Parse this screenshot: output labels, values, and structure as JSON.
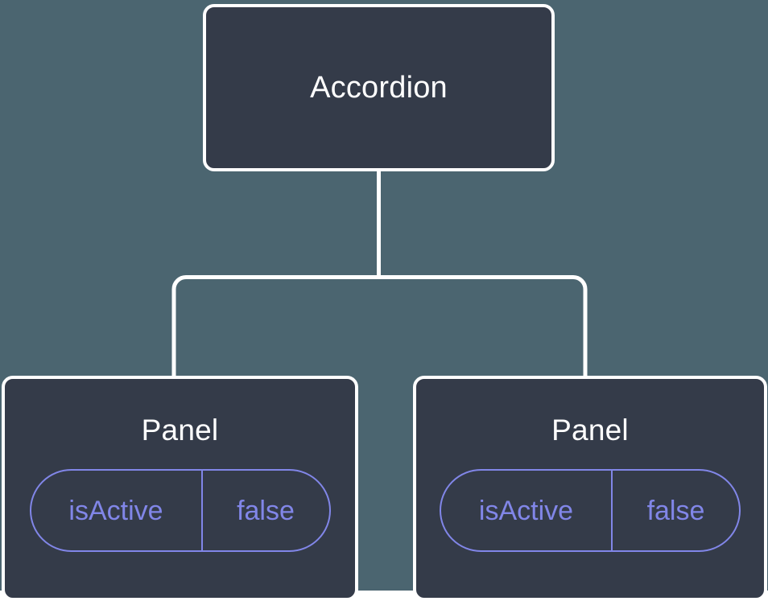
{
  "diagram": {
    "type": "component-tree",
    "background_color": "#4b6570",
    "node_fill_color": "#343b49",
    "node_border_color": "#ffffff",
    "connector_color": "#ffffff",
    "accent_color": "#8186e8",
    "title_text_color": "#ffffff",
    "root": {
      "label": "Accordion"
    },
    "children": [
      {
        "label": "Panel",
        "state": {
          "key": "isActive",
          "value": "false"
        }
      },
      {
        "label": "Panel",
        "state": {
          "key": "isActive",
          "value": "false"
        }
      }
    ]
  }
}
